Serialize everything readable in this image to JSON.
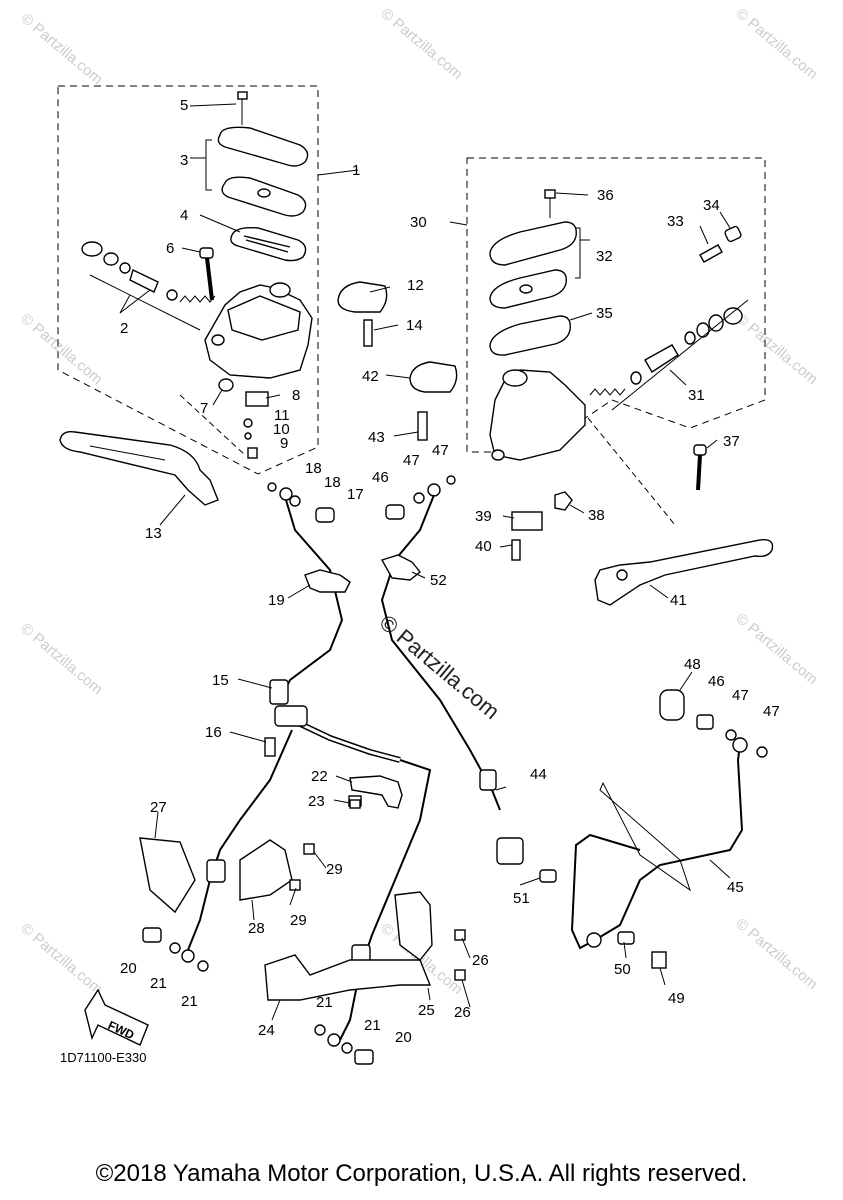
{
  "watermark": {
    "corner_text": "© Partzilla.com",
    "center_text": "© Partzilla.com"
  },
  "diagram_code": "1D71100-E330",
  "fwd_label": "FWD",
  "copyright": "©2018 Yamaha Motor Corporation, U.S.A. All rights reserved.",
  "callouts": {
    "c1": "1",
    "c2": "2",
    "c3": "3",
    "c4": "4",
    "c5": "5",
    "c6": "6",
    "c7": "7",
    "c8": "8",
    "c9": "9",
    "c10": "10",
    "c11": "11",
    "c12": "12",
    "c13": "13",
    "c14": "14",
    "c15": "15",
    "c16": "16",
    "c17": "17",
    "c18": "18",
    "c19": "19",
    "c20": "20",
    "c21": "21",
    "c22": "22",
    "c23": "23",
    "c24": "24",
    "c25": "25",
    "c26": "26",
    "c27": "27",
    "c28": "28",
    "c29": "29",
    "c30": "30",
    "c31": "31",
    "c32": "32",
    "c33": "33",
    "c34": "34",
    "c35": "35",
    "c36": "36",
    "c37": "37",
    "c38": "38",
    "c39": "39",
    "c40": "40",
    "c41": "41",
    "c42": "42",
    "c43": "43",
    "c44": "44",
    "c45": "45",
    "c46": "46",
    "c47": "47",
    "c48": "48",
    "c49": "49",
    "c50": "50",
    "c51": "51",
    "c52": "52"
  }
}
